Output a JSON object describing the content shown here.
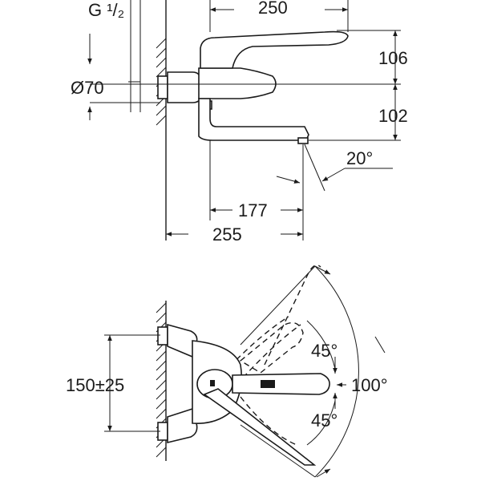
{
  "dimensions": {
    "thread": "G ¹/₂",
    "diameter": "Ø70",
    "width_top": "250",
    "height_upper": "106",
    "height_lower": "102",
    "spout_angle": "20°",
    "spout_reach": "177",
    "total_depth": "255",
    "centers": "150±25",
    "swing_up": "45°",
    "swing_down": "45°",
    "swing_total": "100°"
  }
}
